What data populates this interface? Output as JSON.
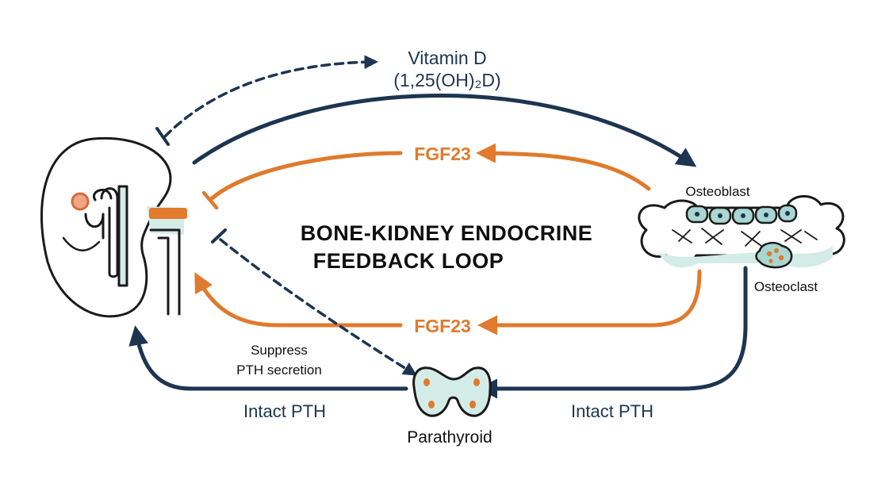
{
  "diagram": {
    "title_line1": "BONE-KIDNEY ENDOCRINE",
    "title_line2": "FEEDBACK LOOP",
    "vitamin_d_line1": "Vitamin D",
    "vitamin_d_line2": "(1,25(OH)₂D)",
    "fgf23_upper": "FGF23",
    "fgf23_lower": "FGF23",
    "osteoblast": "Osteoblast",
    "osteoclast": "Osteoclast",
    "suppress_line1": "Suppress",
    "suppress_line2": "PTH secretion",
    "intact_pth_left": "Intact PTH",
    "intact_pth_right": "Intact PTH",
    "parathyroid": "Parathyroid"
  },
  "colors": {
    "navy": "#1d3550",
    "orange": "#e07a2c",
    "teal_fill": "#d4ece8",
    "teal_cell": "#a9d6d0",
    "salmon": "#f0a685"
  },
  "icons": [
    "kidney-icon",
    "bone-icon",
    "parathyroid-icon"
  ]
}
